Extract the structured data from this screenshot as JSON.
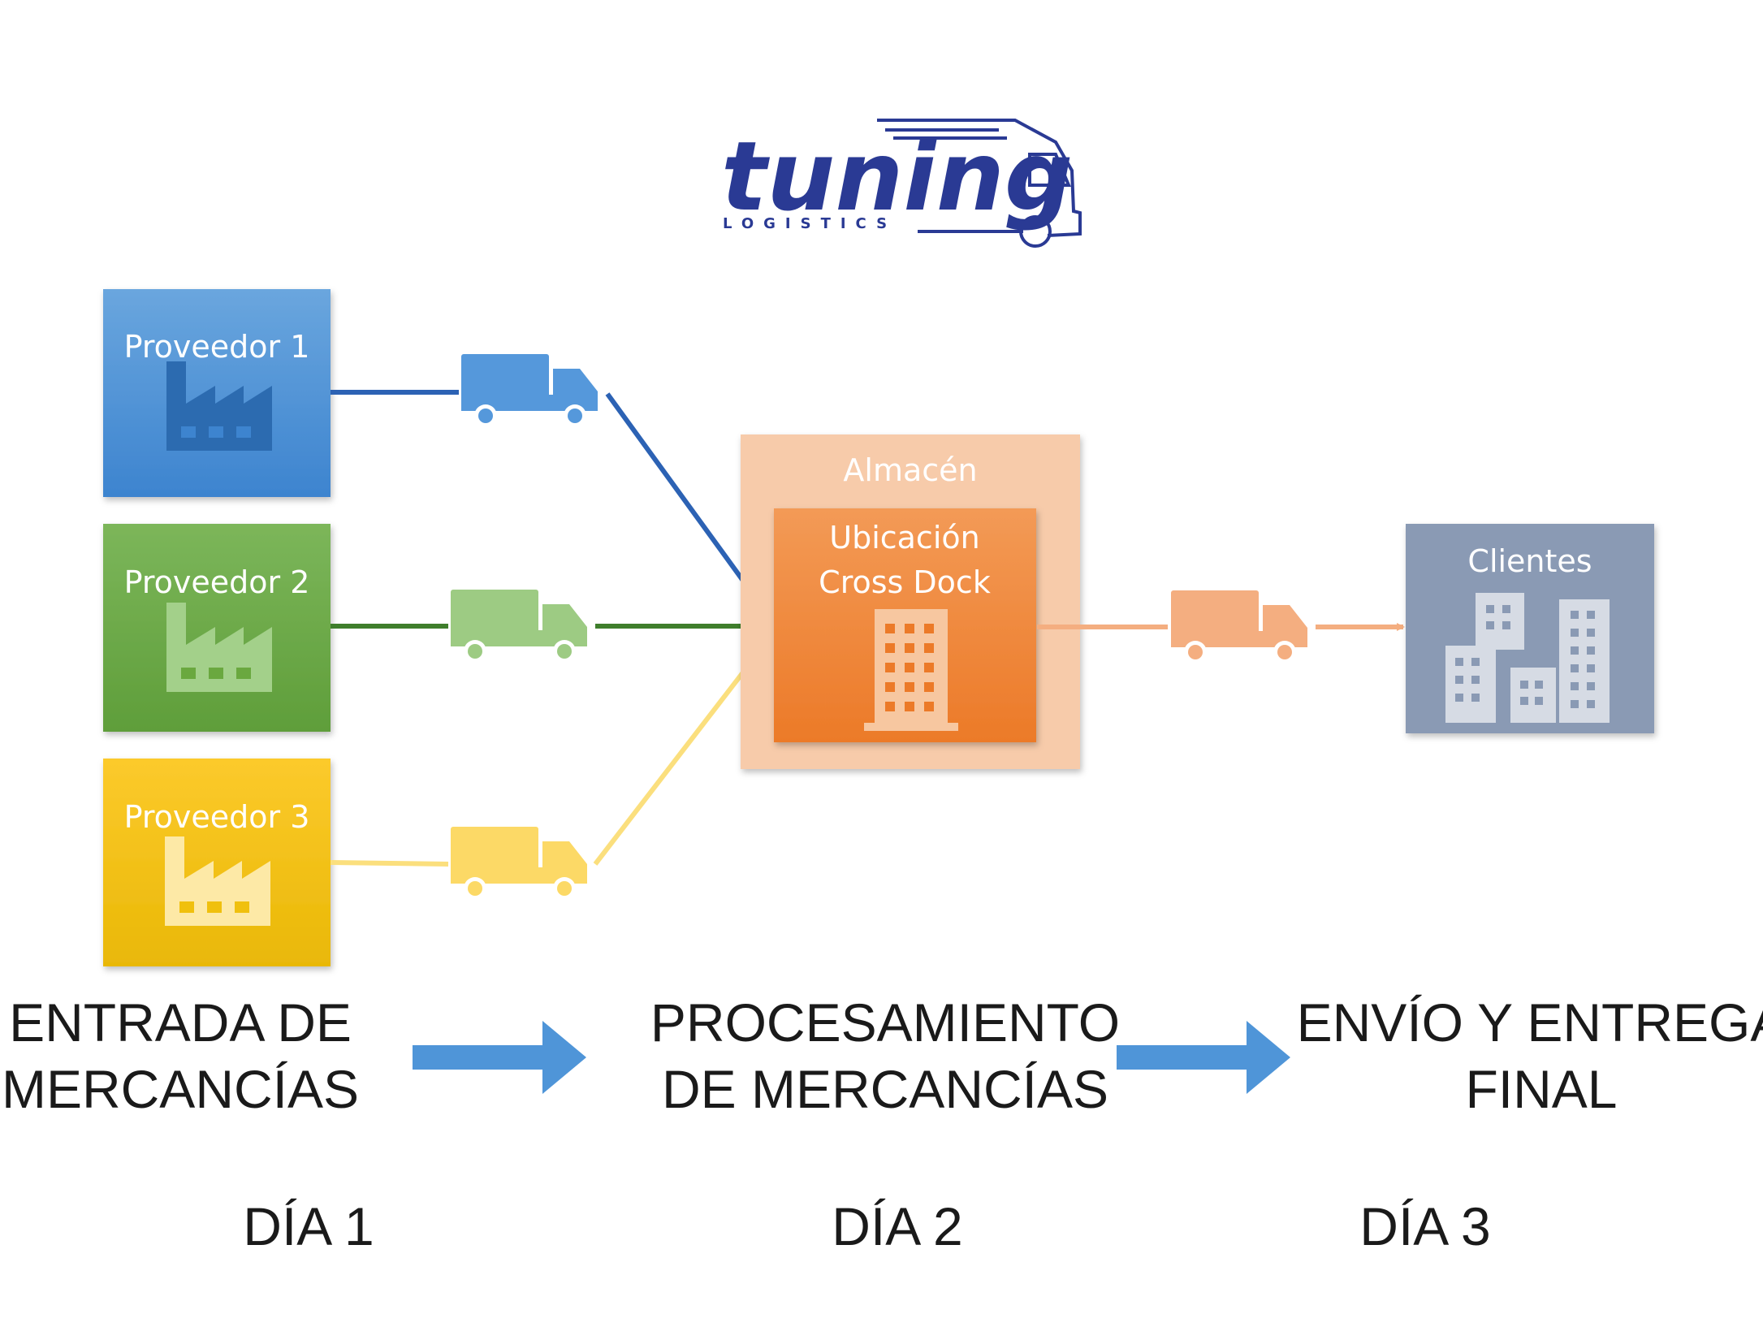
{
  "logo": {
    "main": "tuning",
    "sub": "LOGISTICS",
    "brand_color": "#2a3a94",
    "accent_color": "#1e9ad6"
  },
  "suppliers": [
    {
      "label": "Proveedor 1",
      "color_top": "#6aa6de",
      "color_bottom": "#3d84cf",
      "icon_color": "#2c6bb0",
      "line_color": "#2c62b4",
      "truck_color": "#5598db",
      "icon": "factory-icon"
    },
    {
      "label": "Proveedor 2",
      "color_top": "#7cb65a",
      "color_bottom": "#5f9e3a",
      "icon_color": "#a3d08a",
      "line_color": "#3f7e2c",
      "truck_color": "#9dcb83",
      "icon": "factory-icon"
    },
    {
      "label": "Proveedor 3",
      "color_top": "#fcca2c",
      "color_bottom": "#e9b806",
      "icon_color": "#fde9a6",
      "line_color": "#fbdf7d",
      "truck_color": "#fcd966",
      "icon": "factory-icon"
    }
  ],
  "warehouse": {
    "label": "Almacén",
    "color": "#f7cbaa"
  },
  "crossdock": {
    "line1": "Ubicación",
    "line2": "Cross Dock",
    "color_top": "#f39a56",
    "color_bottom": "#ec7a28",
    "icon_color": "#f7c7a0",
    "icon": "building-icon"
  },
  "outbound": {
    "truck_color": "#f4ae80",
    "line_color": "#f4ae80"
  },
  "clients": {
    "label": "Clientes",
    "color": "#8a9ab4",
    "icon_color": "#d6dbe4",
    "icon": "city-buildings-icon"
  },
  "stages": [
    {
      "line1": "ENTRADA DE",
      "line2": "MERCANCÍAS",
      "day": "DÍA 1"
    },
    {
      "line1": "PROCESAMIENTO",
      "line2": "DE MERCANCÍAS",
      "day": "DÍA 2"
    },
    {
      "line1": "ENVÍO Y ENTREGA",
      "line2": "FINAL",
      "day": "DÍA 3"
    }
  ],
  "stage_arrow_color": "#4f95d8"
}
